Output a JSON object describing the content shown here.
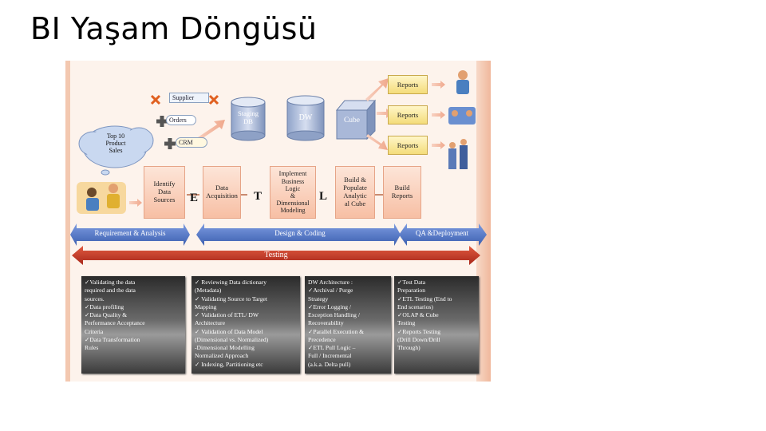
{
  "slide": {
    "title": "BI Yaşam Döngüsü"
  },
  "sources": {
    "supplier": "Supplier",
    "orders": "Orders",
    "crm": "CRM"
  },
  "cloud": {
    "lines": [
      "Top 10",
      "Product",
      "Sales"
    ]
  },
  "stores": {
    "staging": [
      "Staging",
      "DB"
    ],
    "dw": "DW",
    "cube": "Cube"
  },
  "reports": [
    "Reports",
    "Reports",
    "Reports"
  ],
  "steps": {
    "identify": [
      "Identify",
      "Data",
      "Sources"
    ],
    "acquisition": [
      "Data",
      "Acquisition"
    ],
    "implement": [
      "Implement",
      "Business",
      "Logic",
      "&",
      "Dimensional",
      "Modeling"
    ],
    "populate": [
      "Build &",
      "Populate",
      "Analytic",
      "al Cube"
    ],
    "build_reports": [
      "Build",
      "Reports"
    ]
  },
  "etl": {
    "e": "E",
    "t": "T",
    "l": "L"
  },
  "phases": {
    "req": "Requirement & Analysis",
    "design": "Design & Coding",
    "qa": "QA &Deployment",
    "testing": "Testing"
  },
  "notes": [
    [
      "✓Validating the data",
      "required and the data",
      "sources.",
      "✓Data profiling",
      "✓Data  Quality  &",
      "Performance Acceptance",
      "Criteria",
      "✓Data Transformation",
      "Rules"
    ],
    [
      "✓ Reviewing Data dictionary",
      "(Metadata)",
      "✓ Validating Source to Target",
      "Mapping",
      "✓ Validation of    ETL/ DW",
      "Architecture",
      "✓ Validation of Data Model",
      "(Dimensional vs. Normalized)",
      "-Dimensional Modelling",
      " Normalized Approach",
      "✓ Indexing, Partitioning etc"
    ],
    [
      "DW Architecture :",
      "✓Archival / Purge",
      "Strategy",
      "✓Error Logging /",
      "Exception Handling /",
      "Recoverability",
      "✓Parallel Execution &",
      "Precedence",
      "✓ETL Pull Logic –",
      "Full / Incremental",
      "(a.k.a. Delta pull)"
    ],
    [
      "✓Test Data",
      "Preparation",
      "✓ETL Testing (End to",
      "End scenarios)",
      "✓OLAP & Cube",
      "Testing",
      "✓Reports  Testing",
      "(Drill Down/Drill",
      "Through)"
    ]
  ],
  "colors": {
    "step": "#f7bfa4",
    "arrow_blue": "#4a72c4",
    "testing_red": "#c0392b",
    "report": "#f4dc7a"
  }
}
